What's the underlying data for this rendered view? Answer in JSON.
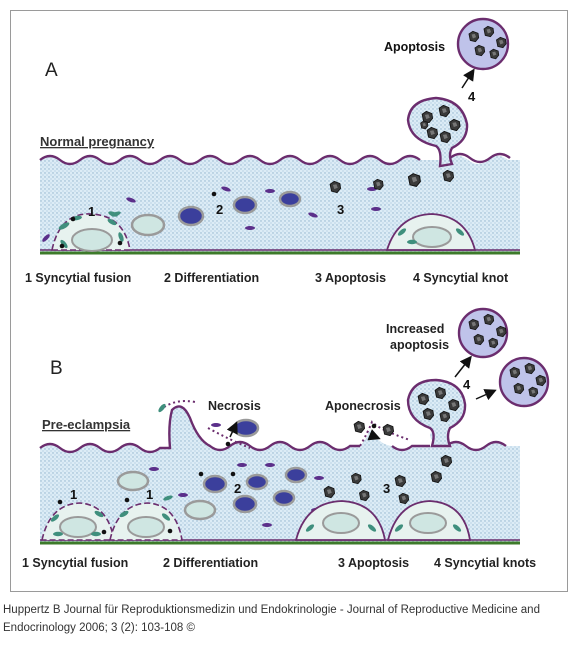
{
  "panel_a": {
    "label": "A",
    "condition": "Normal pregnancy",
    "numbers": [
      "1",
      "2",
      "3",
      "4"
    ],
    "apoptosis_label": "Apoptosis",
    "steps": [
      "1 Syncytial fusion",
      "2 Differentiation",
      "3 Apoptosis",
      "4 Syncytial knot"
    ]
  },
  "panel_b": {
    "label": "B",
    "condition": "Pre-eclampsia",
    "numbers": [
      "1",
      "1",
      "2",
      "3",
      "4"
    ],
    "necrosis_label": "Necrosis",
    "aponecrosis_label": "Aponecrosis",
    "increased_apoptosis_line1": "Increased",
    "increased_apoptosis_line2": "apoptosis",
    "steps": [
      "1 Syncytial fusion",
      "2 Differentiation",
      "3 Apoptosis",
      "4 Syncytial knots"
    ]
  },
  "caption": "Huppertz B Journal für Reproduktionsmedizin und Endokrinologie - Journal of Reproductive Medicine and Endocrinology 2006; 3 (2): 103-108 ©",
  "colors": {
    "syncytium_fill": "#dbeef8",
    "membrane": "#6b2d6e",
    "basement": "#3d7a2a",
    "nucleus_dark": "#3b3f9c",
    "nucleus_light": "#cfe6e2",
    "apoptotic": "#2f2f2f",
    "teal_organelle": "#3f8f7d"
  }
}
